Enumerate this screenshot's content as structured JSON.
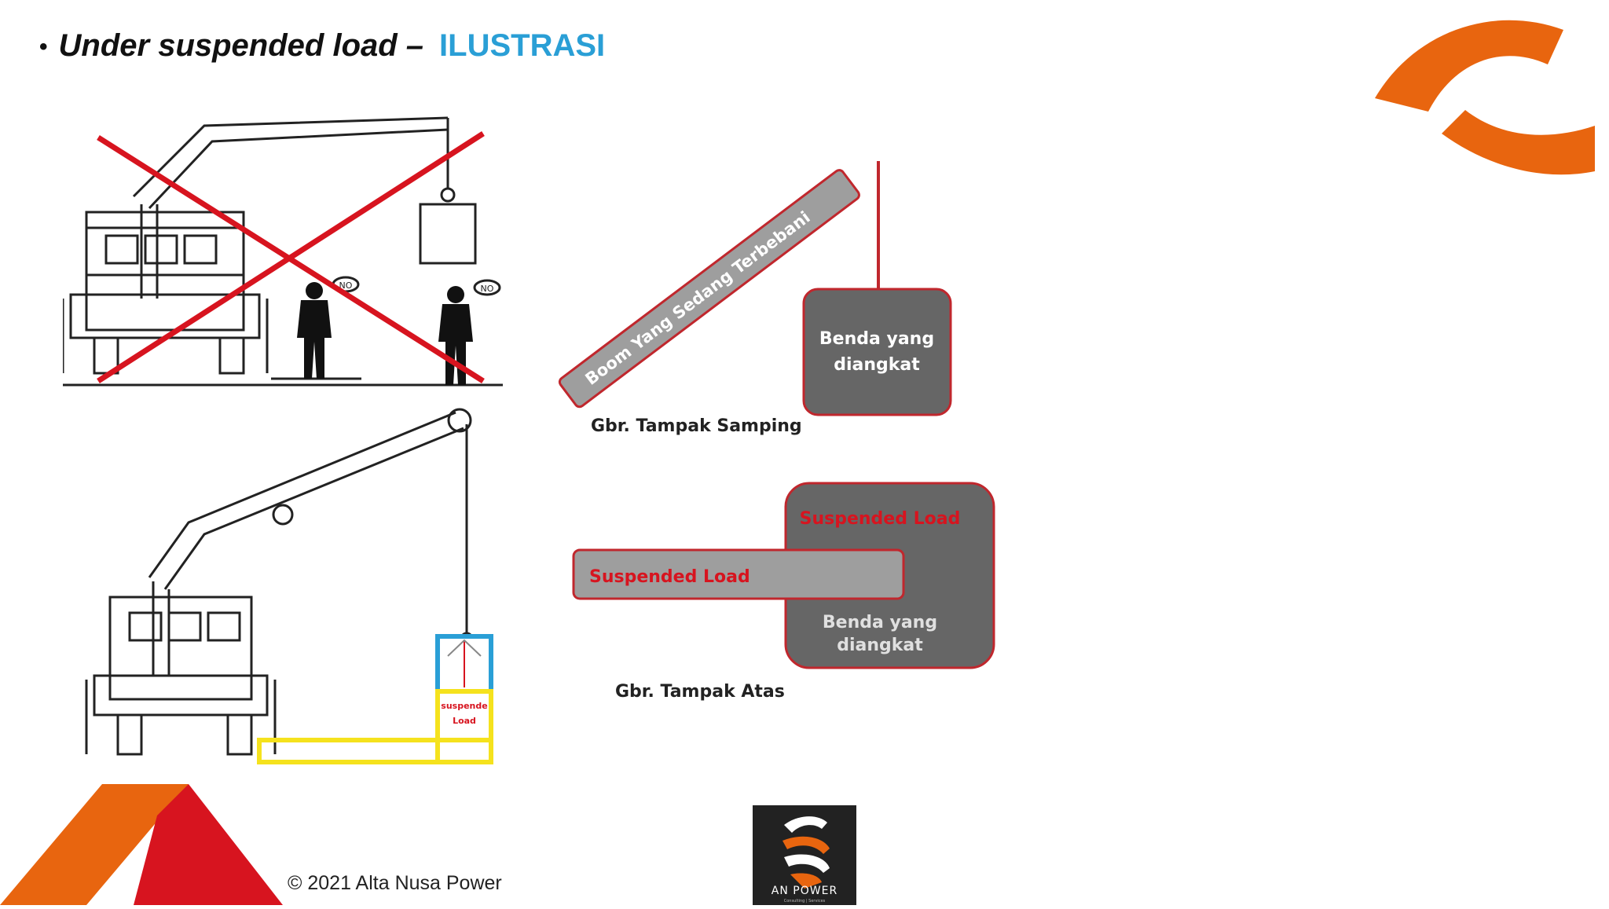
{
  "slide": {
    "bullet": "•",
    "title_main": "Under suspended load –",
    "title_sub": "ILUSTRASI",
    "copyright": "© 2021 Alta Nusa Power"
  },
  "illustration_top": {
    "badge_1": "NO",
    "badge_2": "NO"
  },
  "illustration_bottom": {
    "load_label_1": "suspende",
    "load_label_2": "Load"
  },
  "side_view": {
    "boom_label": "Boom Yang Sedang Terbebani",
    "object_line_1": "Benda yang",
    "object_line_2": "diangkat",
    "caption": "Gbr. Tampak Samping"
  },
  "top_view": {
    "suspended_big": "Suspended Load",
    "suspended_boom": "Suspended Load",
    "object_line_1": "Benda yang",
    "object_line_2": "diangkat",
    "caption": "Gbr. Tampak Atas"
  },
  "logo_box": {
    "brand": "AN POWER",
    "tagline": "Consulting | Services"
  },
  "colors": {
    "accent_orange": "#e8650f",
    "accent_red": "#d7141f",
    "title_blue": "#2a9fd6",
    "dark_gray": "#666666"
  }
}
